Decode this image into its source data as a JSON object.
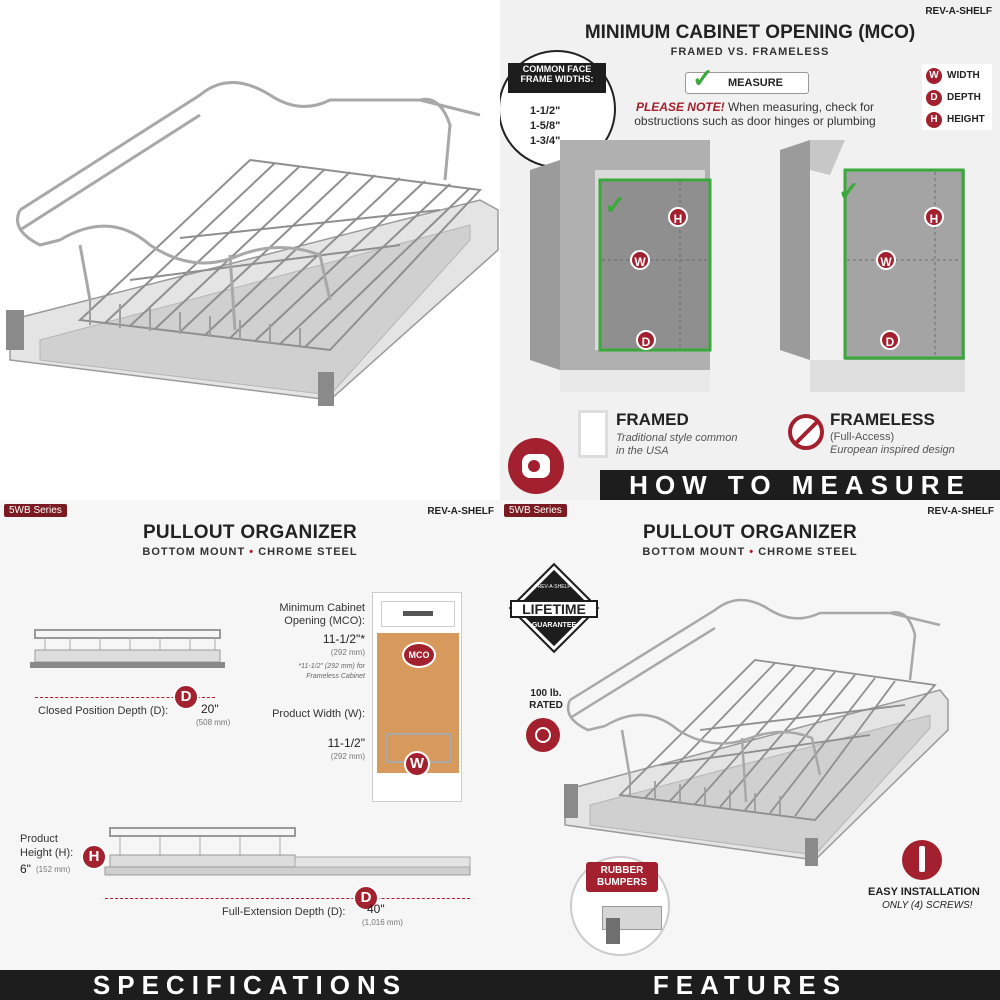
{
  "panel_measure": {
    "title": "MINIMUM CABINET OPENING (MCO)",
    "subtitle": "FRAMED VS. FRAMELESS",
    "logo": "REV-A-SHELF",
    "frame_widths_title": "COMMON FACE FRAME WIDTHS:",
    "frame_widths": [
      "1-1/2\"",
      "1-5/8\"",
      "1-3/4\""
    ],
    "measure_label": "MEASURE",
    "note_bold": "PLEASE NOTE!",
    "note_text": "When measuring, check for obstructions such as door hinges or plumbing",
    "legend": [
      {
        "letter": "W",
        "label": "WIDTH"
      },
      {
        "letter": "D",
        "label": "DEPTH"
      },
      {
        "letter": "H",
        "label": "HEIGHT"
      }
    ],
    "framed_title": "FRAMED",
    "framed_desc": "Traditional style common in the USA",
    "frameless_title": "FRAMELESS",
    "frameless_sub": "(Full-Access)",
    "frameless_desc": "European inspired design",
    "banner": "HOW TO MEASURE",
    "accent": "#a3202e",
    "green": "#38a93a"
  },
  "panel_specs": {
    "series": "5WB Series",
    "logo": "REV-A-SHELF",
    "title": "PULLOUT ORGANIZER",
    "sub_left": "BOTTOM MOUNT",
    "sub_dot": "•",
    "sub_right": "CHROME STEEL",
    "mco_label": "Minimum Cabinet Opening (MCO):",
    "mco_value": "11-1/2\"*",
    "mco_mm": "(292 mm)",
    "mco_note": "*11-1/2\" (292 mm) for Frameless Cabinet",
    "mco_badge": "MCO",
    "width_label": "Product Width (W):",
    "width_value": "11-1/2\"",
    "width_mm": "(292 mm)",
    "closed_label": "Closed Position Depth (D):",
    "closed_value": "20\"",
    "closed_mm": "(508 mm)",
    "height_label": "Product Height (H):",
    "height_value": "6\"",
    "height_mm": "(152 mm)",
    "full_label": "Full-Extension Depth (D):",
    "full_value": "40\"",
    "full_mm": "(1,016 mm)",
    "banner": "SPECIFICATIONS"
  },
  "panel_features": {
    "series": "5WB Series",
    "logo": "REV-A-SHELF",
    "title": "PULLOUT ORGANIZER",
    "sub_left": "BOTTOM MOUNT",
    "sub_dot": "•",
    "sub_right": "CHROME STEEL",
    "lifetime_top": "REV-A-SHELF",
    "lifetime": "LIFETIME",
    "guarantee": "GUARANTEE",
    "rated": "100 lb. RATED",
    "bumpers": "RUBBER BUMPERS",
    "install_title": "EASY INSTALLATION",
    "install_sub": "ONLY (4) SCREWS!",
    "banner": "FEATURES"
  }
}
